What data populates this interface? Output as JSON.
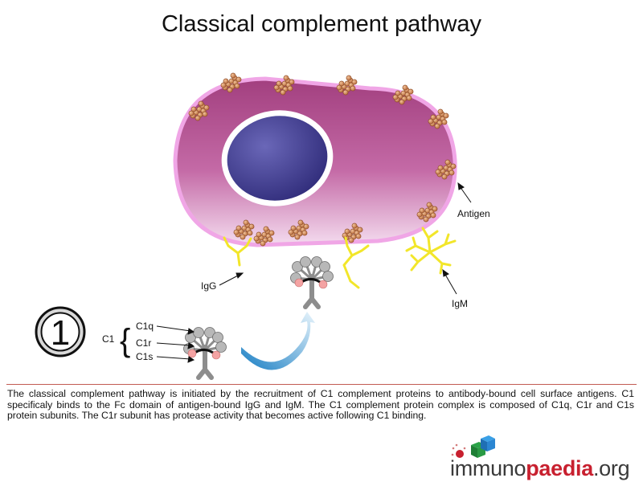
{
  "title": "Classical complement pathway",
  "step_number": "1",
  "labels": {
    "antigen": "Antigen",
    "igg": "IgG",
    "igm": "IgM",
    "c1": "C1",
    "c1q": "C1q",
    "c1r": "C1r",
    "c1s": "C1s"
  },
  "caption": "The classical complement pathway is initiated by the recruitment of C1 complement proteins to antibody-bound cell surface antigens. C1 specificaly binds to the Fc domain of antigen-bound IgG and IgM. The C1 complement protein complex is composed of C1q, C1r and C1s protein subunits. The C1r subunit has protease activity that becomes active following C1 binding.",
  "logo": {
    "part1": "immuno",
    "part2": "paedia",
    "part3": ".org"
  },
  "colors": {
    "cell_body": "#b3488e",
    "cell_membrane": "#f2b8ea",
    "nucleus": "#3f3a8c",
    "antigen": "#e09a62",
    "antibody": "#f2e62a",
    "c1_complex": "#9a9a9a",
    "c1r_spot": "#f4a3a3",
    "arrow": "#3fa8de",
    "logo_accent": "#c8202f"
  }
}
